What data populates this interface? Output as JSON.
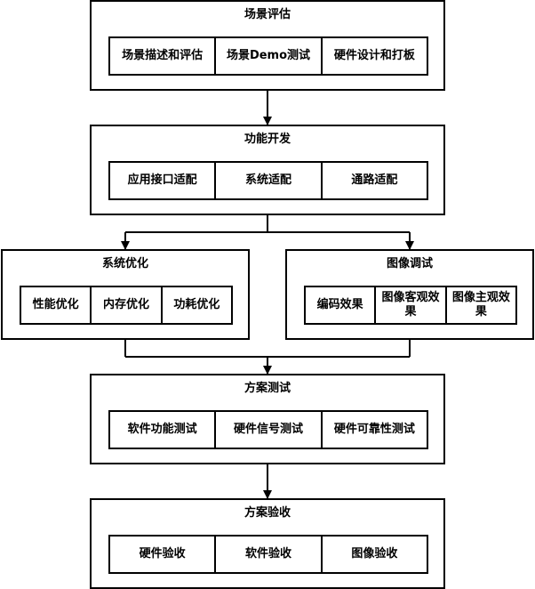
{
  "groups": {
    "scene": {
      "title": "场景评估",
      "items": [
        "场景描述和评估",
        "场景Demo测试",
        "硬件设计和打板"
      ]
    },
    "feature": {
      "title": "功能开发",
      "items": [
        "应用接口适配",
        "系统适配",
        "通路适配"
      ]
    },
    "system": {
      "title": "系统优化",
      "items": [
        "性能优化",
        "内存优化",
        "功耗优化"
      ]
    },
    "image": {
      "title": "图像调试",
      "items": [
        "编码效果",
        "图像客观效果",
        "图像主观效果"
      ]
    },
    "test": {
      "title": "方案测试",
      "items": [
        "软件功能测试",
        "硬件信号测试",
        "硬件可靠性测试"
      ]
    },
    "accept": {
      "title": "方案验收",
      "items": [
        "硬件验收",
        "软件验收",
        "图像验收"
      ]
    }
  }
}
